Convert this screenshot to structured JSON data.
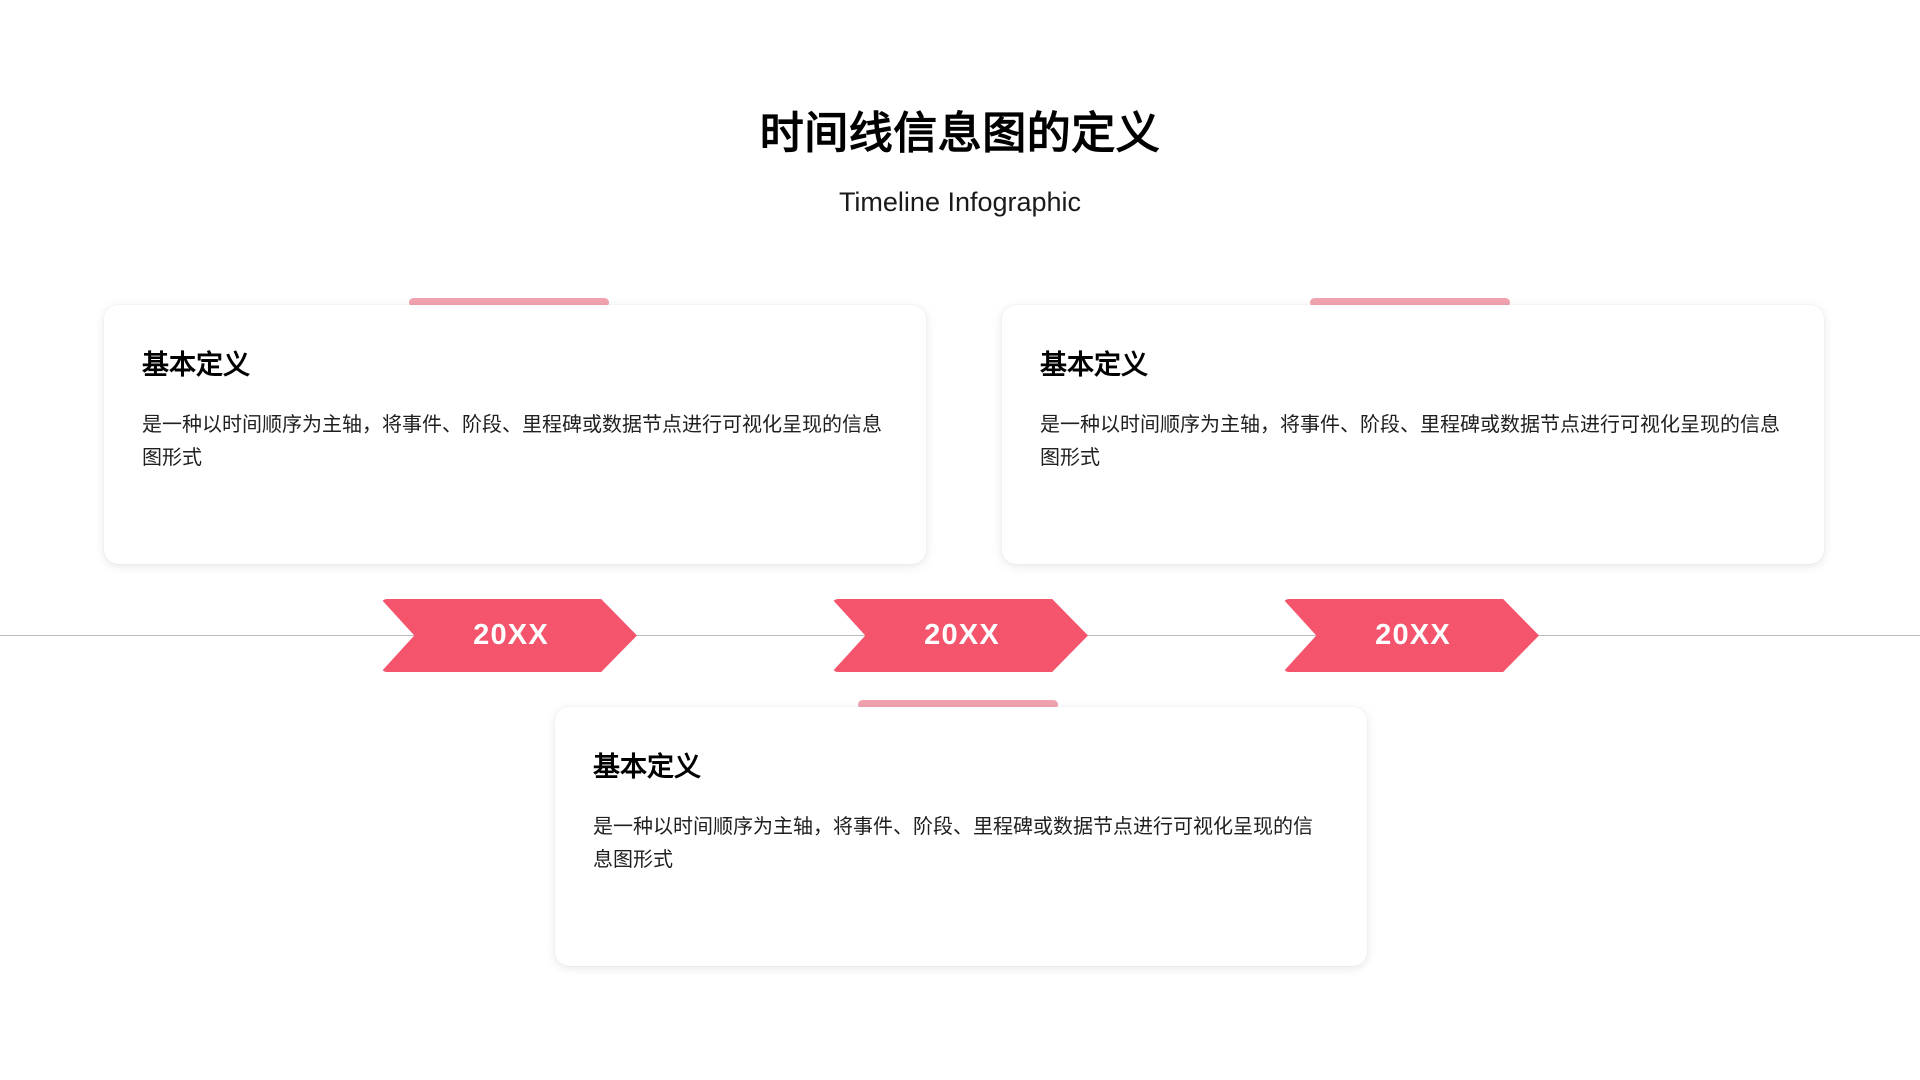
{
  "header": {
    "title": "时间线信息图的定义",
    "subtitle": "Timeline Infographic"
  },
  "theme": {
    "accent_pink": "#f4556c",
    "accent_light_pink": "#f2a3b0",
    "axis_line": "#bdbdbd",
    "background": "#ffffff",
    "text": "#000000"
  },
  "timeline": {
    "markers": [
      {
        "label": "20XX"
      },
      {
        "label": "20XX"
      },
      {
        "label": "20XX"
      }
    ]
  },
  "cards": [
    {
      "title": "基本定义",
      "body": "是一种以时间顺序为主轴，将事件、阶段、里程碑或数据节点进行可视化呈现的信息图形式",
      "position": "above"
    },
    {
      "title": "基本定义",
      "body": "是一种以时间顺序为主轴，将事件、阶段、里程碑或数据节点进行可视化呈现的信息图形式",
      "position": "above"
    },
    {
      "title": "基本定义",
      "body": "是一种以时间顺序为主轴，将事件、阶段、里程碑或数据节点进行可视化呈现的信息图形式",
      "position": "below"
    }
  ]
}
